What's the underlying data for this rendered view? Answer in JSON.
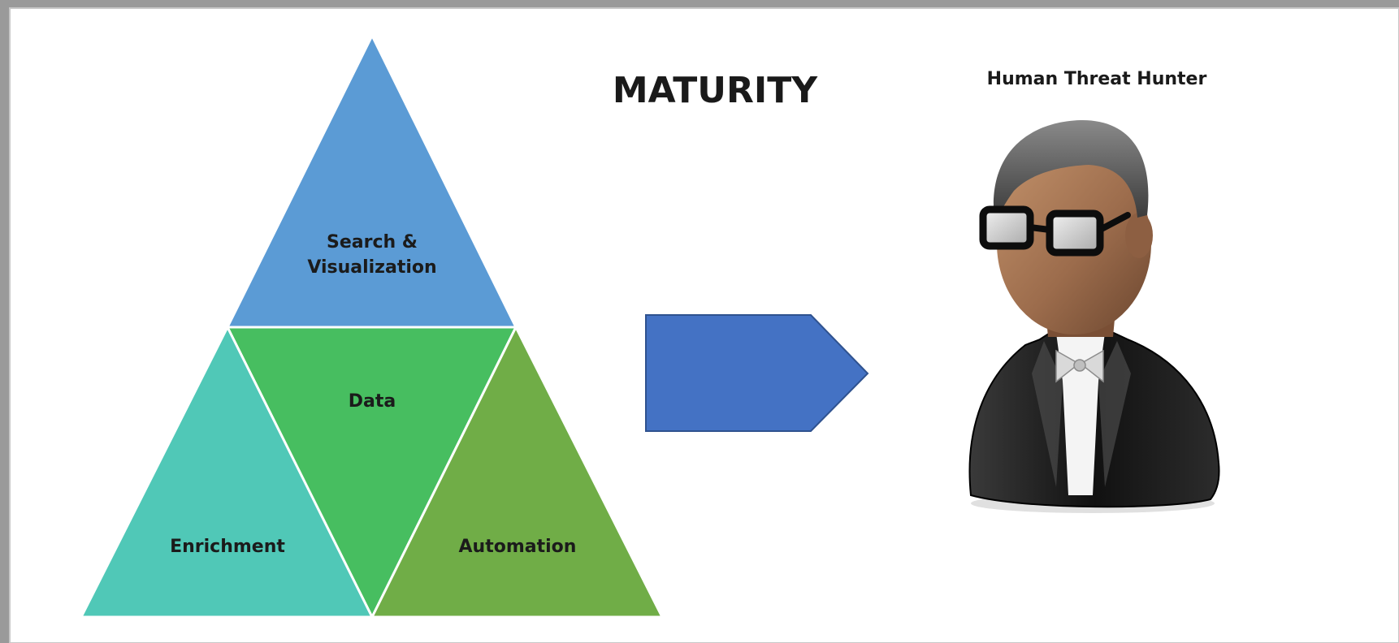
{
  "diagram": {
    "title": "MATURITY",
    "pyramid": {
      "top": {
        "label_lines": [
          "Search &",
          "Visualization"
        ],
        "color": "#5b9bd5"
      },
      "center": {
        "label": "Data",
        "color": "#47be60"
      },
      "left": {
        "label": "Enrichment",
        "color": "#50c8b7"
      },
      "right": {
        "label": "Automation",
        "color": "#70ad47"
      }
    },
    "arrow": {
      "color": "#4472c4"
    },
    "hunter": {
      "label": "Human Threat Hunter",
      "icon": "person-avatar-icon"
    }
  }
}
